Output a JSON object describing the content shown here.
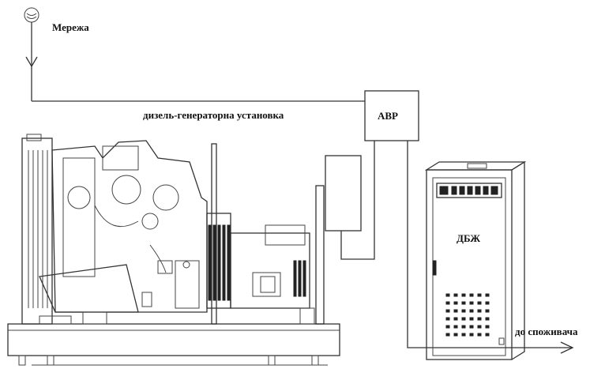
{
  "labels": {
    "grid": "Мережа",
    "genset": "дизель-генераторна установка",
    "ats": "АВР",
    "ups": "ДБЖ",
    "consumer": "до споживача"
  },
  "icons": {
    "grid_source": "transformer-symbol-icon",
    "output_arrow": "arrow-right-icon"
  },
  "colors": {
    "line": "#333333",
    "text": "#111111",
    "background": "#ffffff"
  }
}
